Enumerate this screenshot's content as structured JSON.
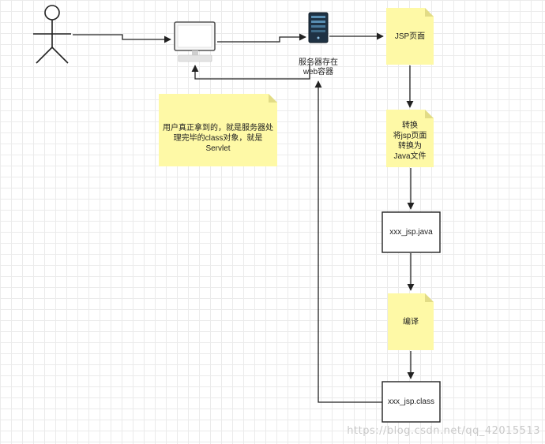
{
  "diagram": {
    "server_label_line1": "服务器存在",
    "server_label_line2": "web容器",
    "note_jsp": "JSP页面",
    "note_user": "用户真正拿到的，就是服务器处理完毕的class对象，就是Servlet",
    "note_convert_line1": "转换",
    "note_convert_line2": "将jsp页面",
    "note_convert_line3": "转换为",
    "note_convert_line4": "Java文件",
    "box_java": "xxx_jsp.java",
    "note_compile": "编译",
    "box_class": "xxx_jsp.class"
  },
  "watermark": "https://blog.csdn.net/qq_42015513",
  "colors": {
    "note_fill": "#fef9a6",
    "note_fold": "#e2dc86",
    "line": "#222222",
    "box_border": "#222222"
  }
}
